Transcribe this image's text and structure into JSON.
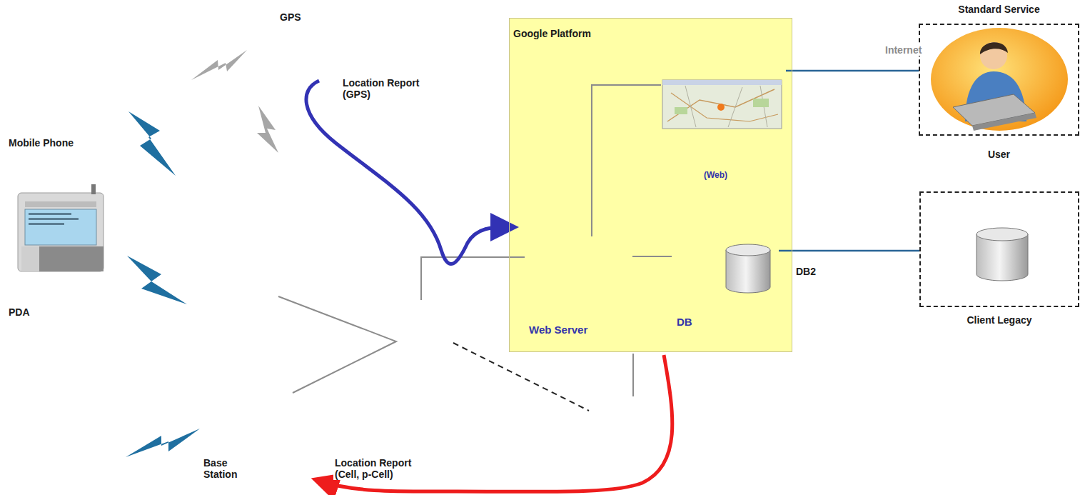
{
  "diagram": {
    "nodes": [
      {
        "text": [
          "PDA"
        ]
      },
      {
        "text": [
          "Google Platform"
        ]
      },
      {
        "text": [
          "(Web)"
        ],
        "in": 1
      },
      {
        "text": [
          "Web Server"
        ],
        "in": 1
      },
      {
        "text": [
          "DB"
        ],
        "in": 1
      },
      {
        "text": [
          "Standard Service",
          "User"
        ]
      },
      {
        "text": [
          "Client Legacy"
        ]
      }
    ],
    "edges": [
      {
        "from": 3,
        "to": 2,
        "arrow": "none"
      },
      {
        "from": 3,
        "to": 4,
        "arrow": "none"
      },
      {
        "from": 2,
        "to": 5,
        "label": "Internet",
        "arrow": "none"
      },
      {
        "from": 4,
        "to": 6,
        "label": "DB2",
        "arrow": "none"
      }
    ],
    "labels": [
      "GPS",
      "Mobile Phone",
      "Base Station",
      "Location Report (GPS)",
      "Location Report (Cell, p-Cell)"
    ]
  }
}
